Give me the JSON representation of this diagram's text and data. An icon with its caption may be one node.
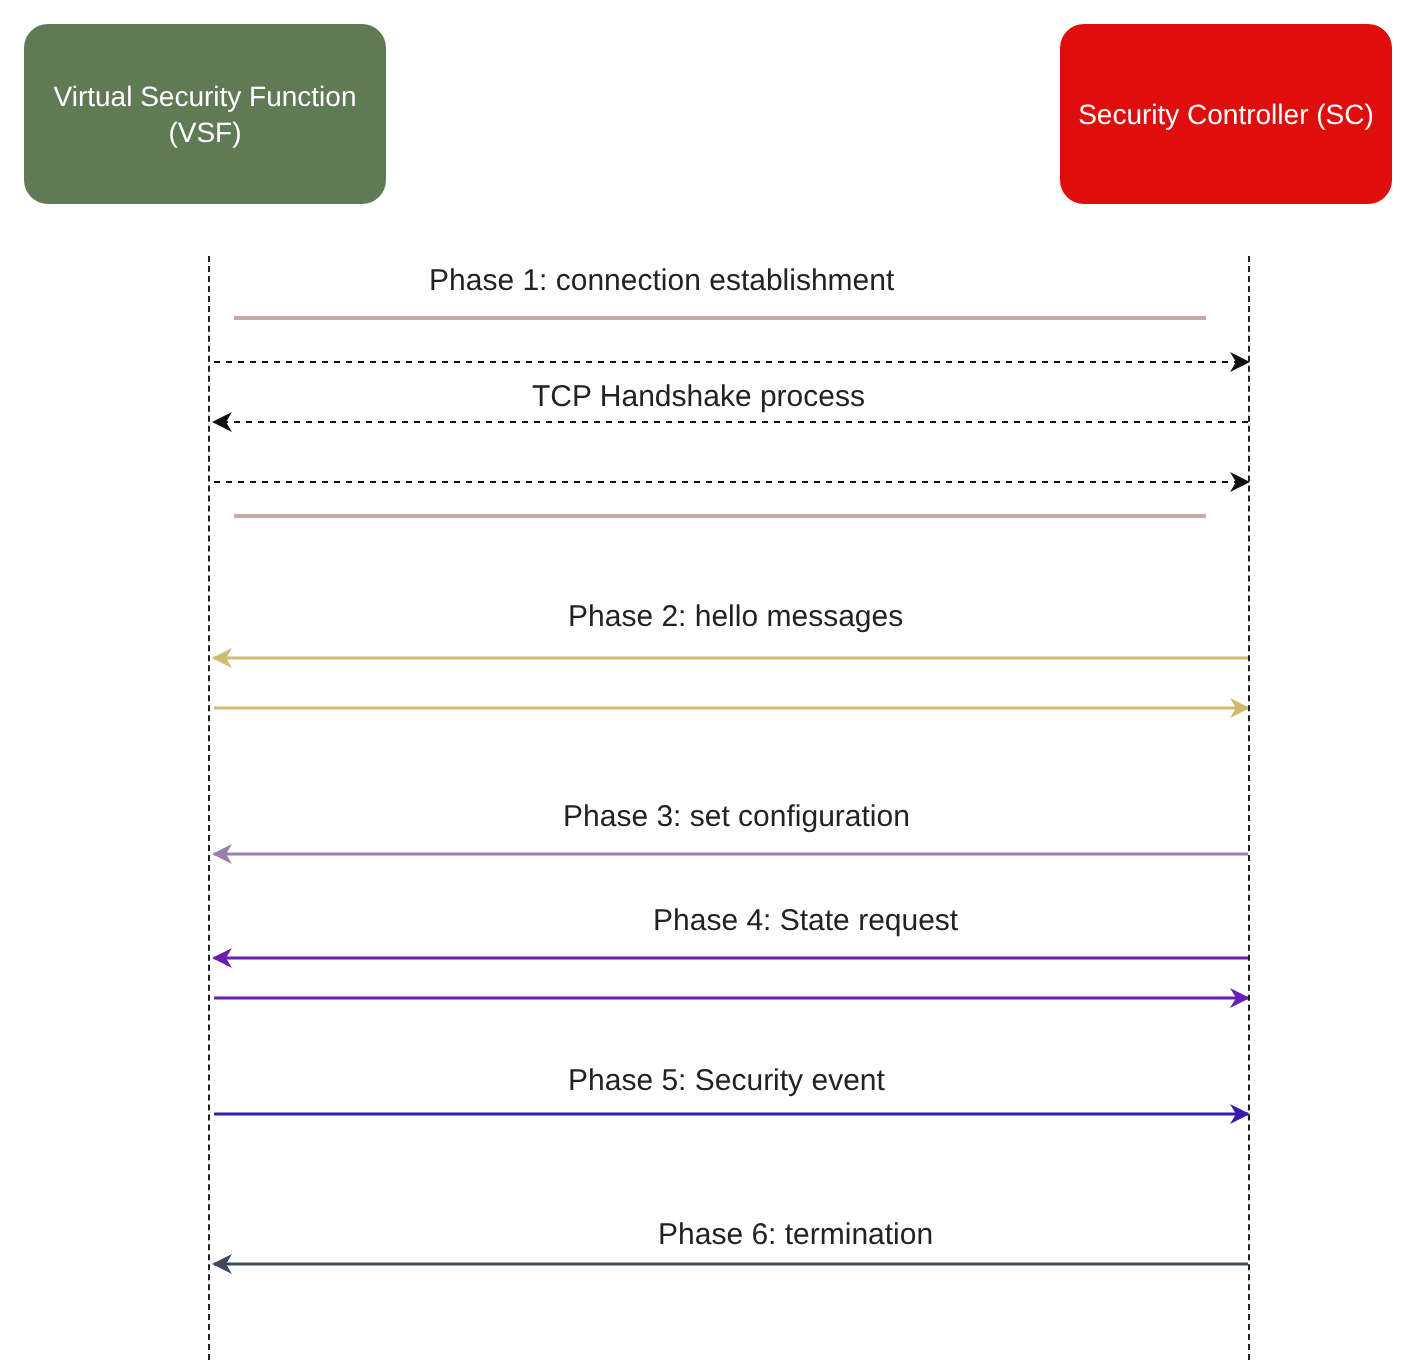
{
  "diagram": {
    "nodes": [
      {
        "text": [
          "Virtual Security Function (VSF)"
        ]
      },
      {
        "text": [
          "Security Controller (SC)"
        ]
      },
      {
        "text": [],
        "shape": "line"
      },
      {
        "text": [],
        "shape": "line"
      }
    ],
    "edges": [
      {
        "from": 2,
        "to": 3,
        "arrow": "to",
        "style": "dashed",
        "color": "#111111"
      },
      {
        "from": 3,
        "to": 2,
        "arrow": "to",
        "style": "dashed",
        "color": "#111111"
      },
      {
        "from": 2,
        "to": 3,
        "arrow": "to",
        "style": "dashed",
        "color": "#111111"
      },
      {
        "from": 3,
        "to": 2,
        "arrow": "to",
        "label": "Phase 2: hello messages",
        "color": "#cdbb6e"
      },
      {
        "from": 2,
        "to": 3,
        "arrow": "to",
        "color": "#cdbb6e"
      },
      {
        "from": 3,
        "to": 2,
        "arrow": "to",
        "label": "Phase 3: set configuration",
        "color": "#9a7fae"
      },
      {
        "from": 3,
        "to": 2,
        "arrow": "to",
        "label": "Phase 4: State request",
        "color": "#6a1fb0"
      },
      {
        "from": 2,
        "to": 3,
        "arrow": "to",
        "color": "#6a1fb0"
      },
      {
        "from": 2,
        "to": 3,
        "arrow": "to",
        "label": "Phase 5: Security event",
        "color": "#3a1aa8"
      },
      {
        "from": 3,
        "to": 2,
        "arrow": "to",
        "label": "Phase 6: termination",
        "color": "#3c4a5a"
      }
    ],
    "labels": [
      "Phase 1: connection establishment",
      "TCP Handshake process"
    ]
  }
}
